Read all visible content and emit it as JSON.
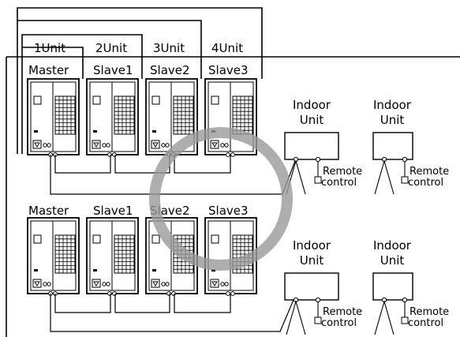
{
  "diagram": {
    "top_system": {
      "unit_labels": [
        "1Unit",
        "2Unit",
        "3Unit",
        "4Unit"
      ],
      "role_labels": [
        "Master",
        "Slave1",
        "Slave2",
        "Slave3"
      ]
    },
    "bottom_system": {
      "role_labels": [
        "Master",
        "Slave1",
        "Slave2",
        "Slave3"
      ]
    },
    "indoor": {
      "line1": "Indoor",
      "line2": "Unit",
      "remote_line1": "Remote",
      "remote_line2": "control"
    }
  }
}
